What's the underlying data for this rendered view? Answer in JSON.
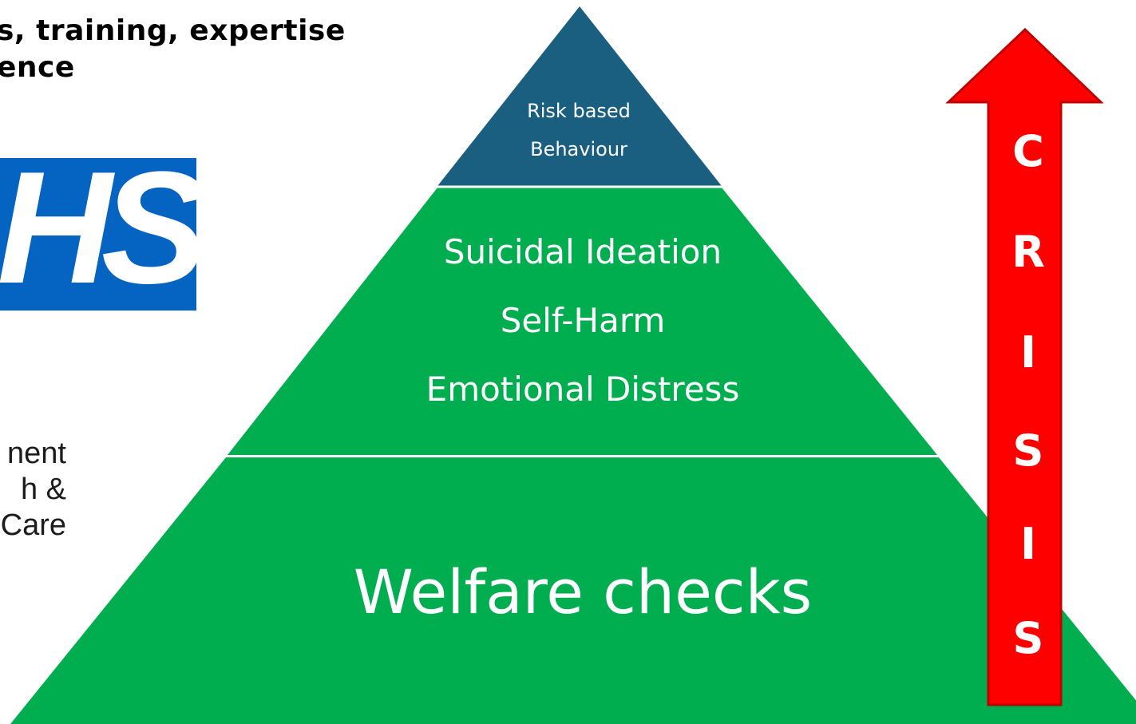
{
  "heading": {
    "line1": "s, training, expertise",
    "line2": "ence"
  },
  "logo": {
    "text": "HS",
    "brand_color": "#0563c1"
  },
  "department": {
    "line1": "nent",
    "line2": "h &",
    "line3": "Care"
  },
  "pyramid": {
    "tiers": [
      {
        "lines": [
          "Risk based",
          "Behaviour"
        ],
        "color": "#1b5f80"
      },
      {
        "lines": [
          "Suicidal Ideation",
          "Self-Harm",
          "Emotional Distress"
        ],
        "color": "#00ae4f"
      },
      {
        "lines": [
          "Welfare checks"
        ],
        "color": "#00ae4f"
      }
    ]
  },
  "crisis_arrow": {
    "letters": [
      "C",
      "R",
      "I",
      "S",
      "I",
      "S"
    ],
    "fill_color": "#ff0000",
    "border_color": "#c00000"
  }
}
